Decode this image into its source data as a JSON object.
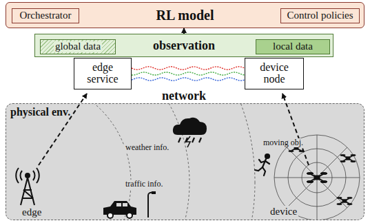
{
  "diagram": {
    "nodes": [
      {
        "text": [
          "RL model"
        ]
      },
      {
        "text": [
          "Orchestrator"
        ],
        "in": 0
      },
      {
        "text": [
          "Control policies"
        ],
        "in": 0
      },
      {
        "text": [
          "observation"
        ]
      },
      {
        "text": [
          "global data"
        ],
        "in": 3
      },
      {
        "text": [
          "local data"
        ],
        "in": 3
      },
      {
        "text": [
          "edge service"
        ]
      },
      {
        "text": [
          "device node"
        ]
      },
      {
        "text": [
          "physical env."
        ]
      }
    ],
    "edges": [
      {
        "from": 3,
        "to": 0,
        "arrow": "to"
      },
      {
        "from": 6,
        "to": 7,
        "arrow": "none"
      },
      {
        "from": 6,
        "to": 7,
        "arrow": "none"
      },
      {
        "from": 6,
        "to": 7,
        "arrow": "none"
      }
    ],
    "labels": [
      "network",
      "edge",
      "weather info.",
      "traffic info.",
      "moving obj.",
      "device"
    ]
  }
}
